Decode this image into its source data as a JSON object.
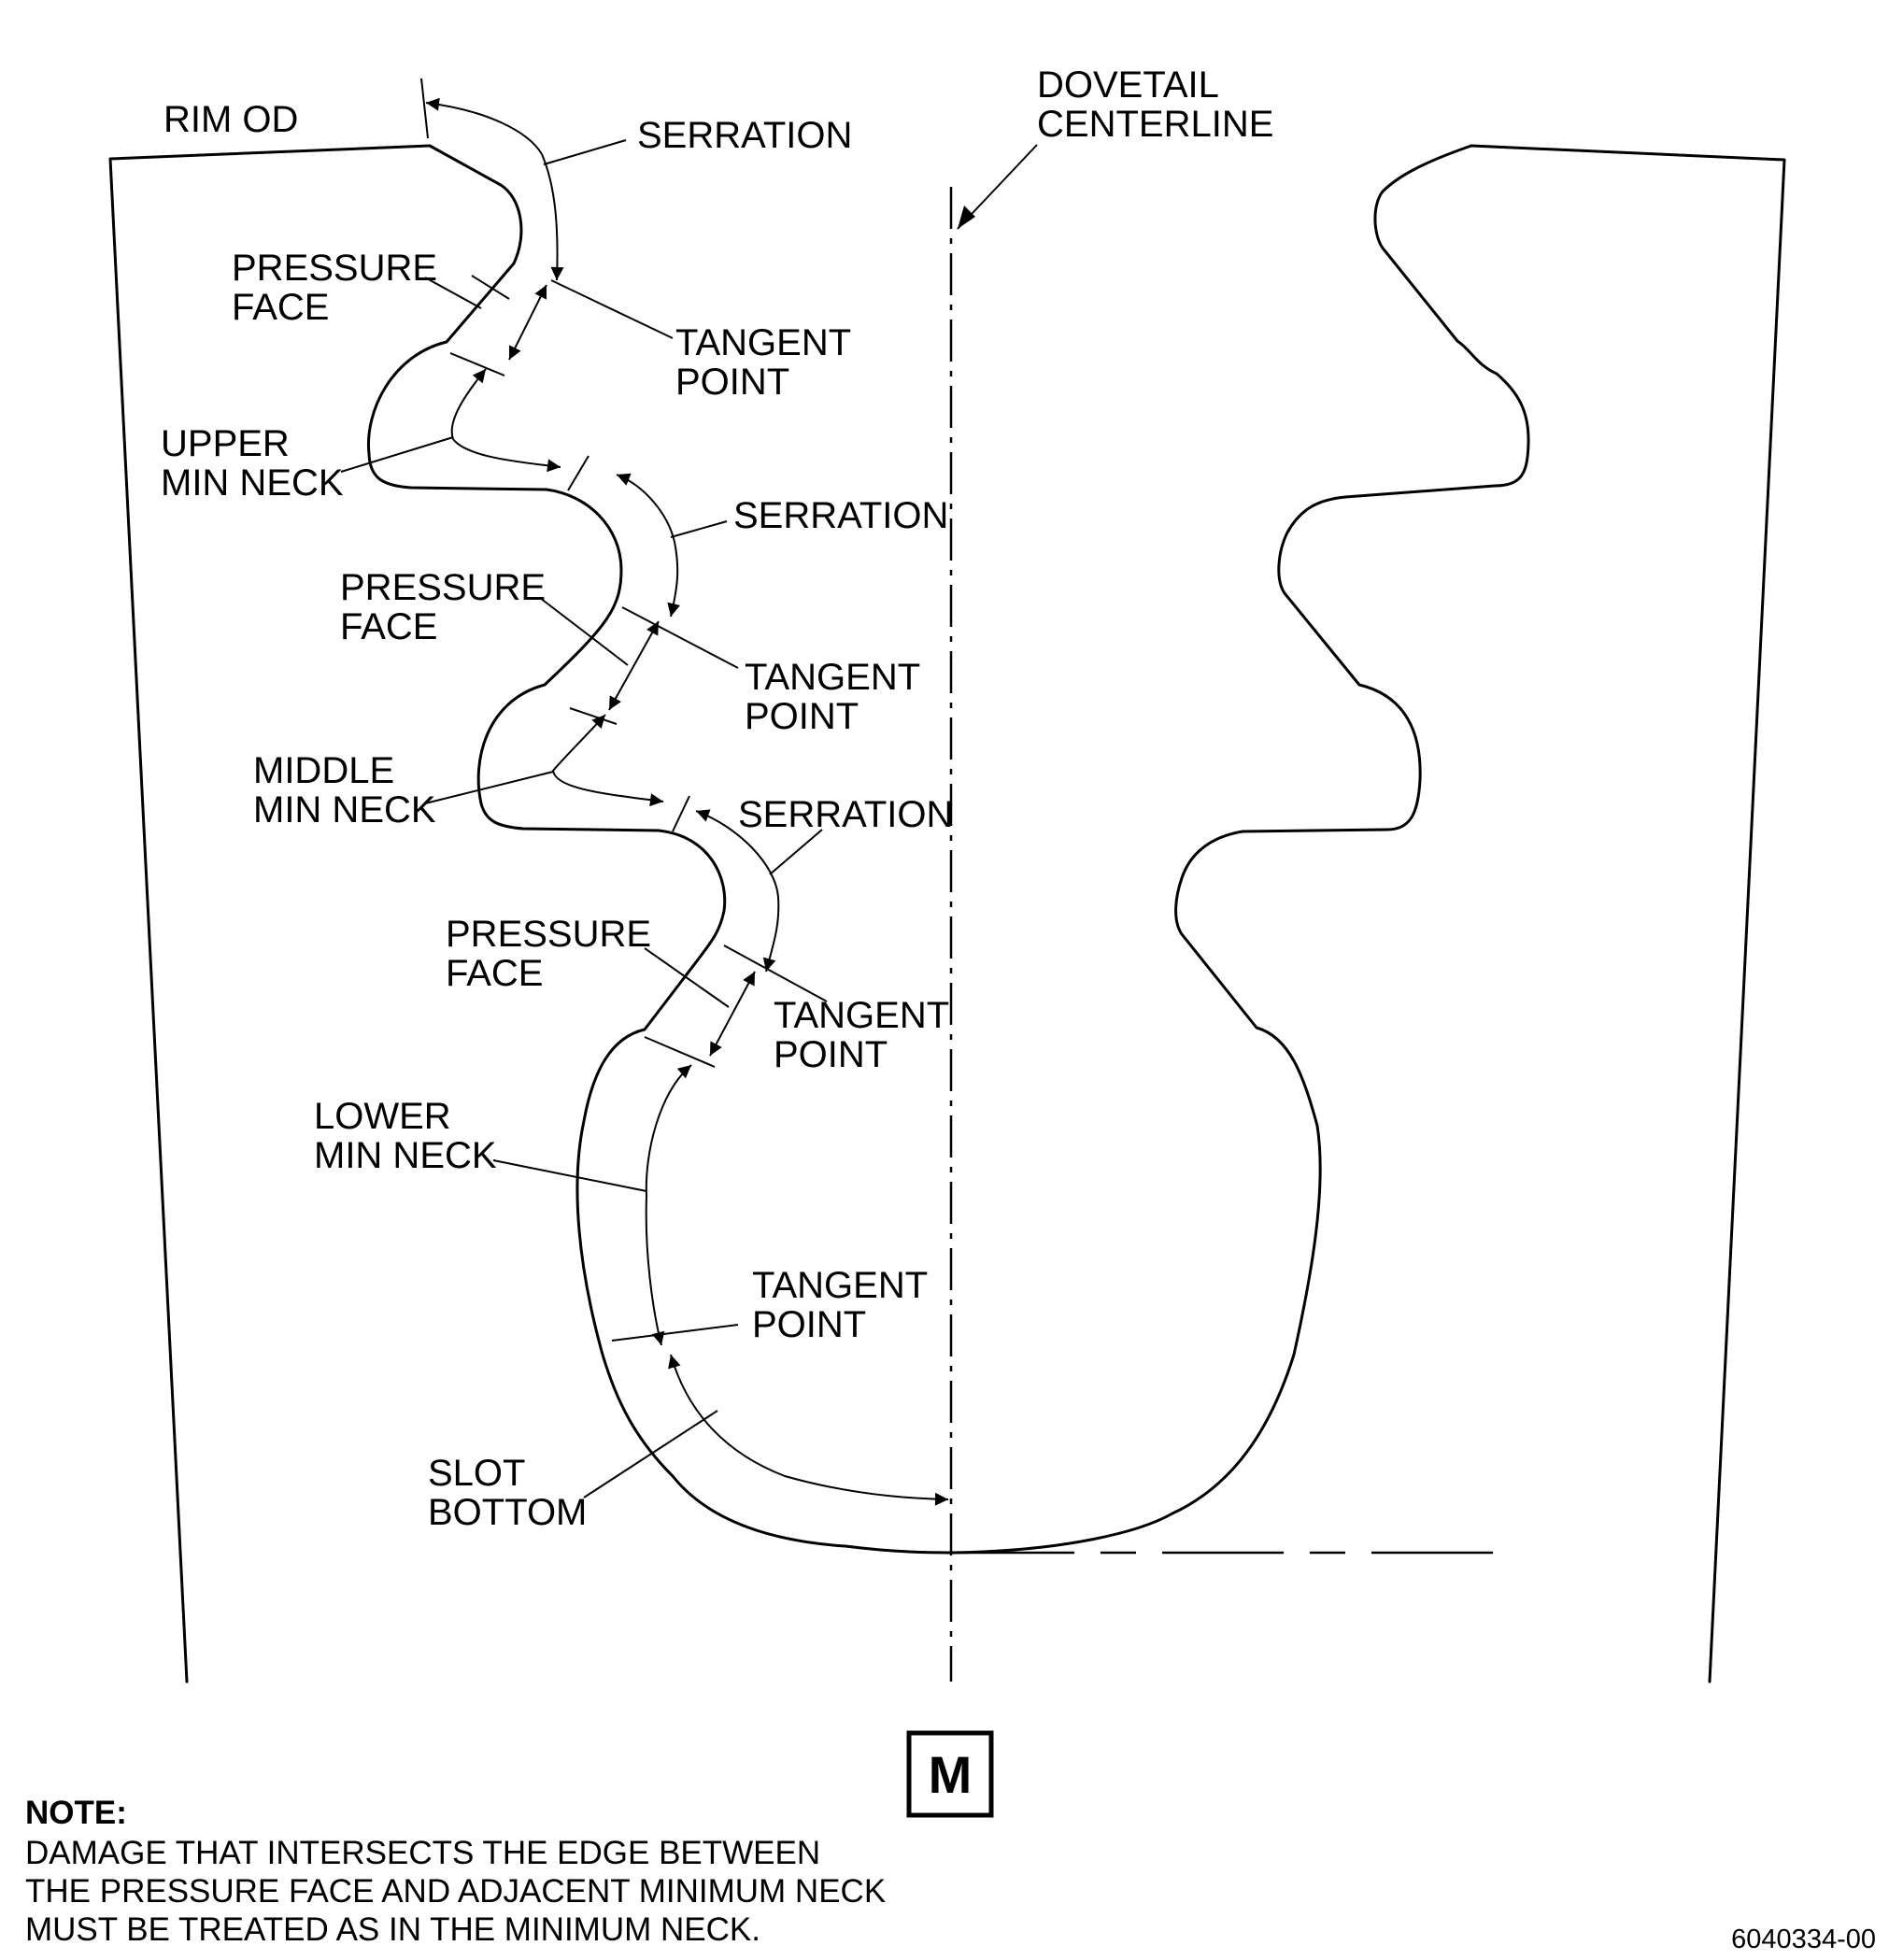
{
  "labels": {
    "rim_od": "RIM OD",
    "dovetail_centerline": [
      "DOVETAIL",
      "CENTERLINE"
    ],
    "serration_1": "SERRATION",
    "pressure_face_1": [
      "PRESSURE",
      "FACE"
    ],
    "tangent_point_1": [
      "TANGENT",
      "POINT"
    ],
    "upper_min_neck": [
      "UPPER",
      "MIN NECK"
    ],
    "serration_2": "SERRATION",
    "pressure_face_2": [
      "PRESSURE",
      "FACE"
    ],
    "tangent_point_2": [
      "TANGENT",
      "POINT"
    ],
    "middle_min_neck": [
      "MIDDLE",
      "MIN NECK"
    ],
    "serration_3": "SERRATION",
    "pressure_face_3": [
      "PRESSURE",
      "FACE"
    ],
    "tangent_point_3": [
      "TANGENT",
      "POINT"
    ],
    "lower_min_neck": [
      "LOWER",
      "MIN NECK"
    ],
    "tangent_point_4": [
      "TANGENT",
      "POINT"
    ],
    "slot_bottom": [
      "SLOT",
      "BOTTOM"
    ]
  },
  "marker": "M",
  "note": {
    "heading": "NOTE:",
    "lines": [
      "DAMAGE THAT INTERSECTS THE EDGE BETWEEN",
      "THE PRESSURE FACE AND ADJACENT MINIMUM NECK",
      "MUST BE TREATED AS IN THE MINIMUM NECK."
    ]
  },
  "figure_id": "6040334-00"
}
